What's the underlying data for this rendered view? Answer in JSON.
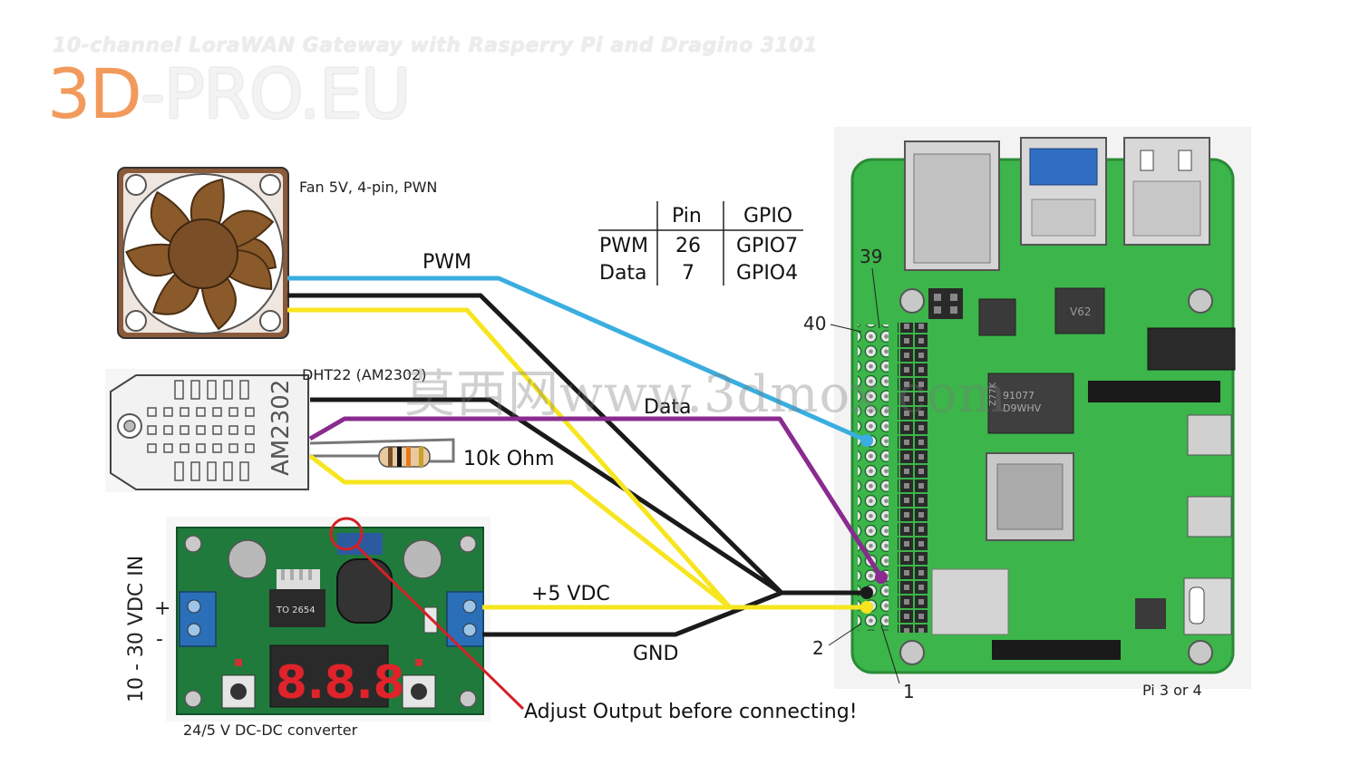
{
  "header": {
    "title": "10-channel LoraWAN Gateway with Rasperry Pi and Dragino 3101",
    "logo_part1": "3D",
    "logo_part2": "-PRO.EU"
  },
  "watermark": "莫西网www.3dmox.com",
  "components": {
    "fan_label": "Fan 5V, 4-pin, PWN",
    "sensor_label": "DHT22 (AM2302)",
    "sensor_body_text": "AM2302",
    "resistor_label": "10k Ohm",
    "converter_label": "24/5 V DC-DC converter",
    "converter_chip": "TO 2654",
    "converter_display": "8.8.8",
    "input_label": "10 - 30 VDC IN",
    "plus": "+",
    "minus": "-",
    "pi_label": "Pi 3 or 4",
    "pi_chip_small": "V62",
    "pi_ram_text1": "91077",
    "pi_ram_text2": "D9WHV",
    "pi_ram_side": "Z77K"
  },
  "wires": {
    "pwm": "PWM",
    "data": "Data",
    "vcc": "+5 VDC",
    "gnd": "GND"
  },
  "pins": {
    "p39": "39",
    "p40": "40",
    "p2": "2",
    "p1": "1"
  },
  "note": "Adjust Output before connecting!",
  "pin_table": {
    "headers": [
      "",
      "Pin",
      "GPIO"
    ],
    "rows": [
      [
        "PWM",
        "26",
        "GPIO7"
      ],
      [
        "Data",
        "7",
        "GPIO4"
      ]
    ]
  },
  "colors": {
    "pwm_wire": "#3aaee0",
    "data_wire": "#8a2b8f",
    "vcc_wire": "#f7e51f",
    "gnd_wire": "#1a1a1a",
    "pcb_green": "#3cb54a",
    "converter_green": "#1f7a3c",
    "logo_orange": "#f29a5c",
    "note_red": "#d42027"
  }
}
